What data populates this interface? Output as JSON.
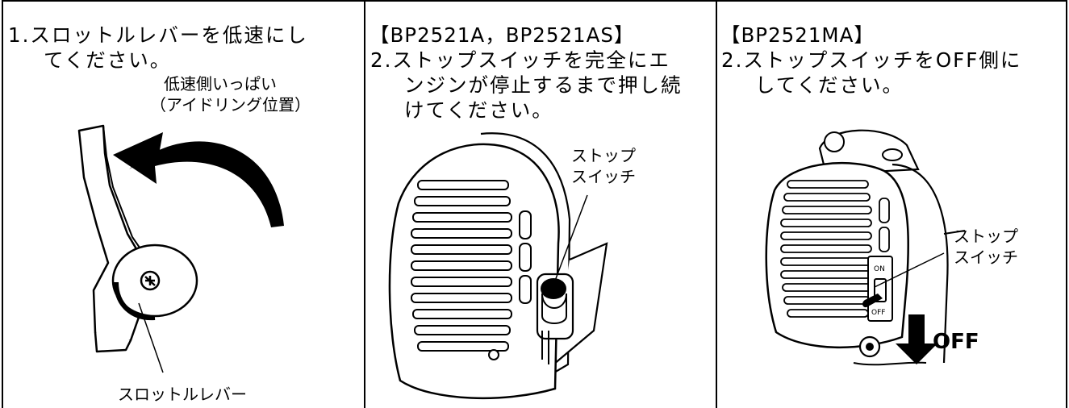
{
  "panels": [
    {
      "step_lines": [
        "1.スロットルレバーを低速にし",
        "てください。"
      ],
      "callouts": {
        "position_line1": "低速側いっぱい",
        "position_line2": "（アイドリング位置）",
        "lever_label": "スロットルレバー"
      }
    },
    {
      "model": "【BP2521A，BP2521AS】",
      "step_lines": [
        "2.ストップスイッチを完全にエ",
        "ンジンが停止するまで押し続",
        "けてください。"
      ],
      "callouts": {
        "switch_line1": "ストップ",
        "switch_line2": "スイッチ"
      }
    },
    {
      "model": "【BP2521MA】",
      "step_lines": [
        "2.ストップスイッチをOFF側に",
        "してください。"
      ],
      "callouts": {
        "switch_line1": "ストップ",
        "switch_line2": "スイッチ",
        "arrow_label": "OFF"
      }
    }
  ],
  "icons": [
    "throttle-lever-illustration",
    "engine-cover-push-switch-illustration",
    "engine-cover-toggle-switch-illustration",
    "down-arrow-icon"
  ]
}
